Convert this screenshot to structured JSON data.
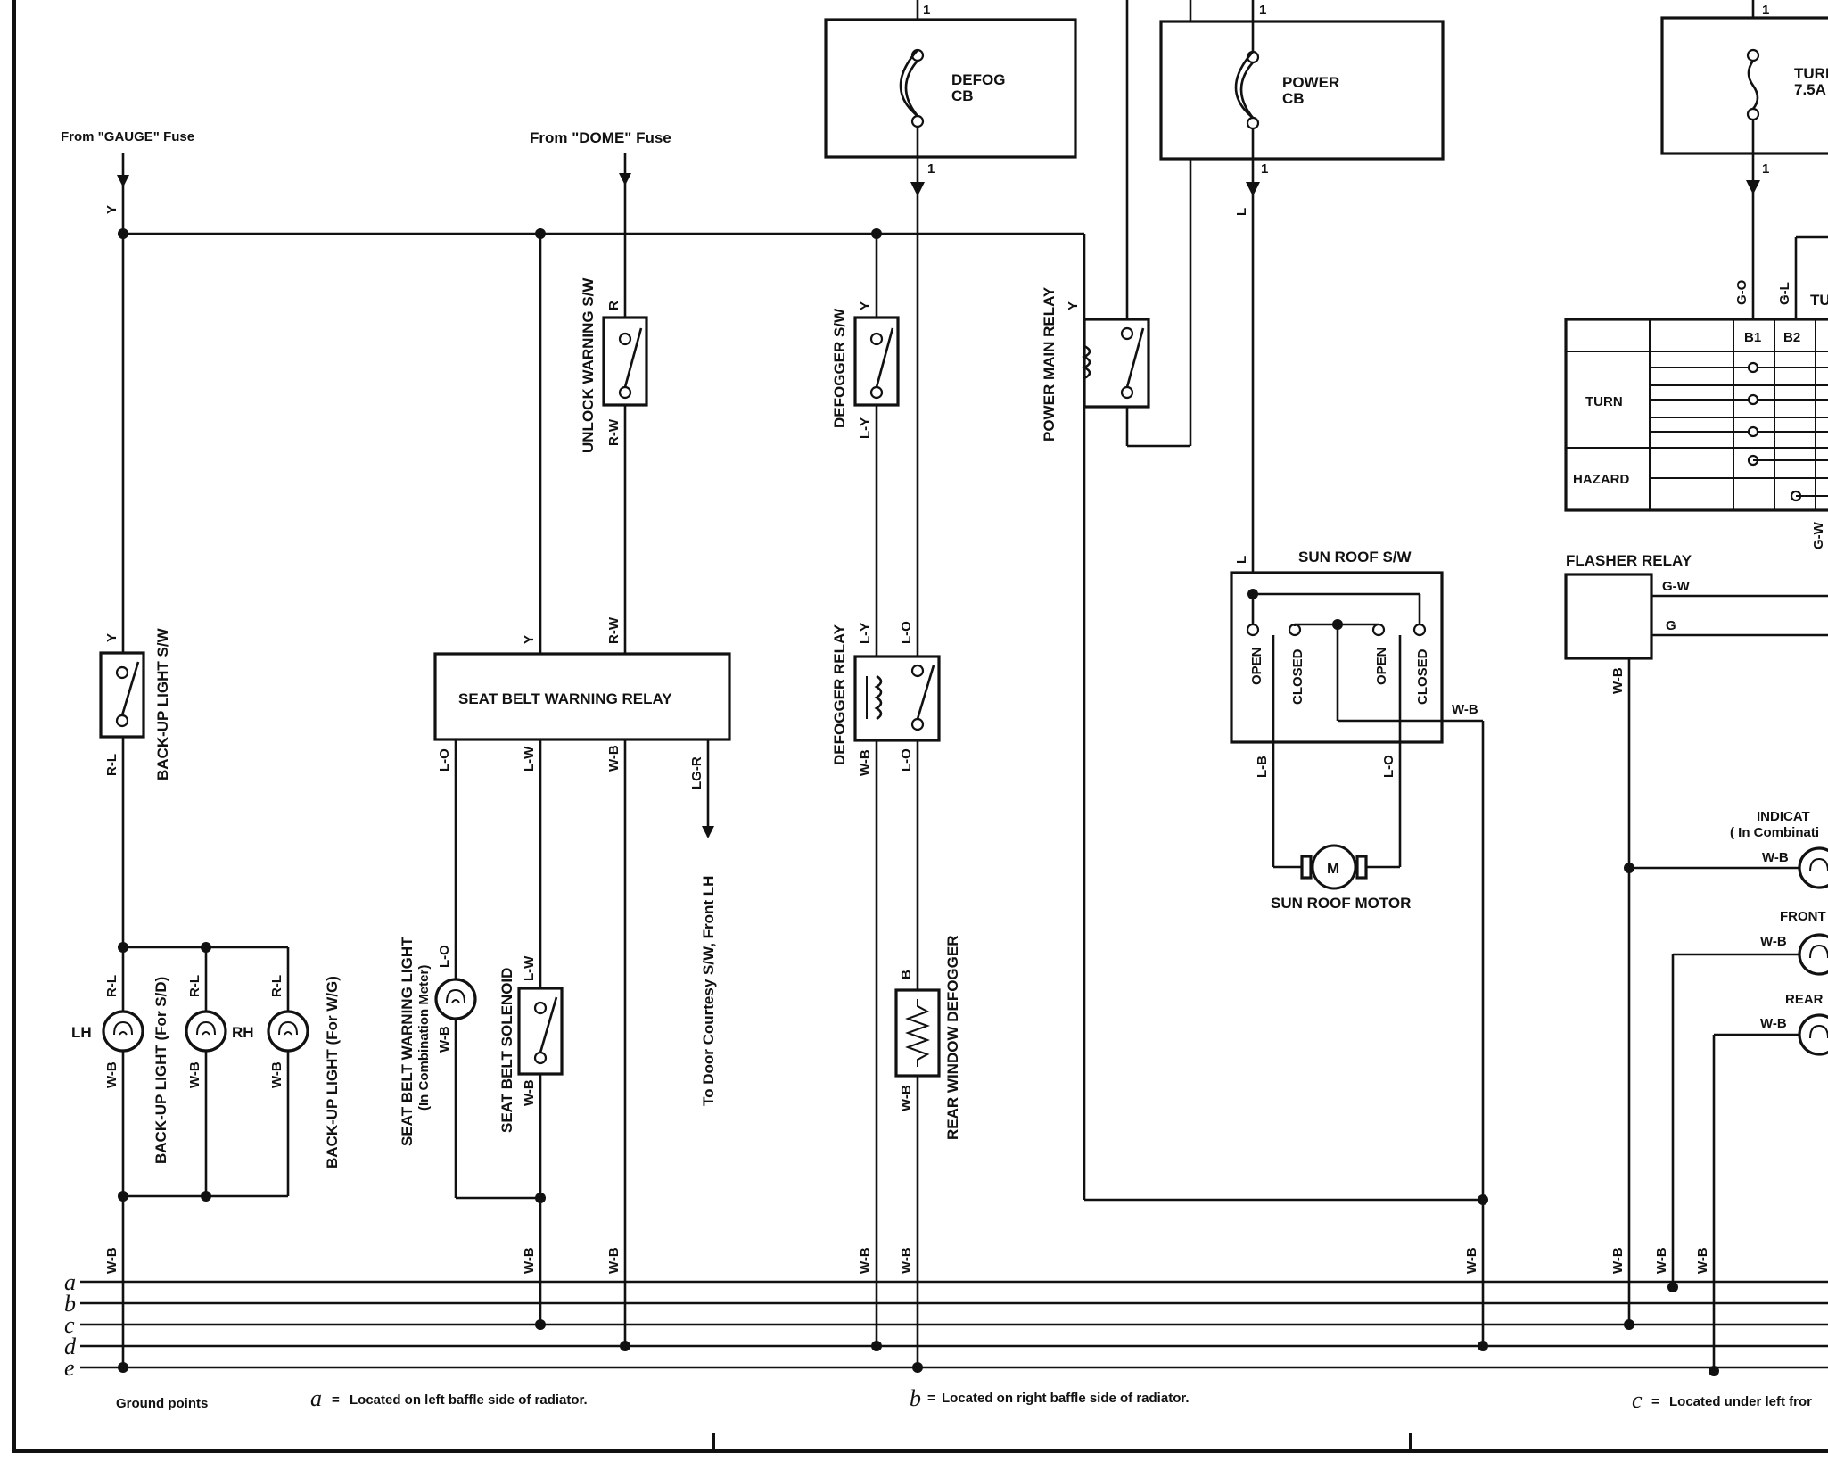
{
  "sources": {
    "gauge": "From \"GAUGE\" Fuse",
    "dome": "From \"DOME\" Fuse"
  },
  "breakers": {
    "defog": [
      "DEFOG",
      "CB"
    ],
    "power": [
      "POWER",
      "CB"
    ],
    "turn": [
      "TURN",
      "7.5A"
    ],
    "pin": "1"
  },
  "components": {
    "backup_sw": "BACK-UP LIGHT S/W",
    "unlock_sw": "UNLOCK WARNING S/W",
    "defogger_sw": "DEFOGGER  S/W",
    "power_main_relay": "POWER MAIN RELAY",
    "seat_belt_relay": "SEAT BELT WARNING RELAY",
    "defogger_relay": "DEFOGGER RELAY",
    "sun_roof_sw": "SUN ROOF S/W",
    "sun_roof_motor": "SUN ROOF MOTOR",
    "motor_symbol": "M",
    "open": "OPEN",
    "closed": "CLOSED",
    "backup_light_sd": "BACK-UP LIGHT (For S/D)",
    "backup_light_wg": "BACK-UP LIGHT (For W/G)",
    "lh": "LH",
    "rh": "RH",
    "seat_belt_light": "SEAT BELT WARNING LIGHT",
    "seat_belt_light_sub": "(In Combination Meter)",
    "seat_belt_solenoid": "SEAT BELT SOLENOID",
    "door_courtesy": "To Door Courtesy S/W, Front LH",
    "rear_defogger": "REAR WINDOW DEFOGGER",
    "flasher_relay": "FLASHER RELAY",
    "indicator": "INDICAT",
    "indicator_sub": "( In Combinati",
    "front": "FRONT",
    "rear": "REAR",
    "turn_abbr": "TU"
  },
  "switch_table": {
    "cols": [
      "B1",
      "B2"
    ],
    "rows": [
      "TURN",
      "HAZARD"
    ]
  },
  "wire_colors": {
    "Y": "Y",
    "R": "R",
    "RW": "R-W",
    "LY": "L-Y",
    "LO": "L-O",
    "RL": "R-L",
    "LW": "L-W",
    "WB": "W-B",
    "LGR": "LG-R",
    "L": "L",
    "LB": "L-B",
    "B": "B",
    "GO": "G-O",
    "GL": "G-L",
    "GW": "G-W",
    "G": "G"
  },
  "ground": {
    "letters": [
      "a",
      "b",
      "c",
      "d",
      "e"
    ],
    "title": "Ground points",
    "eq": "=",
    "note_a": "Located on left baffle side of radiator.",
    "note_b": "Located on right baffle side of radiator.",
    "note_c": "Located under left fror"
  }
}
